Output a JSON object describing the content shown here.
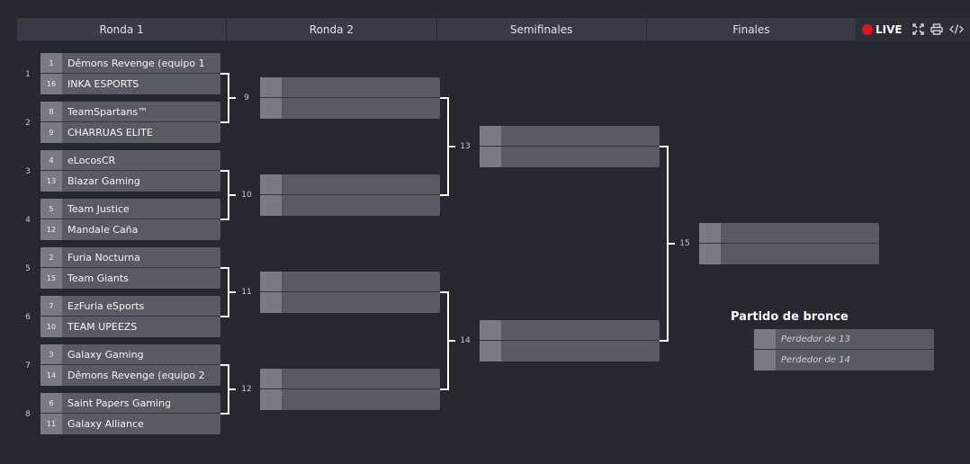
{
  "rounds": [
    "Ronda 1",
    "Ronda 2",
    "Semifinales",
    "Finales"
  ],
  "tools": {
    "live_label": "LIVE",
    "icons": [
      "fullscreen-icon",
      "print-icon",
      "embed-code-icon"
    ],
    "live_color": "#e0141e"
  },
  "round1": [
    {
      "match": "1",
      "top": {
        "seed": "1",
        "team": "Dêmons Revenge (equipo 1"
      },
      "bottom": {
        "seed": "16",
        "team": "INKA ESPORTS"
      }
    },
    {
      "match": "2",
      "top": {
        "seed": "8",
        "team": "TeamSpartans™"
      },
      "bottom": {
        "seed": "9",
        "team": "CHARRUAS ELITE"
      }
    },
    {
      "match": "3",
      "top": {
        "seed": "4",
        "team": "eLocosCR"
      },
      "bottom": {
        "seed": "13",
        "team": "Blazar Gaming"
      }
    },
    {
      "match": "4",
      "top": {
        "seed": "5",
        "team": "Team Justice"
      },
      "bottom": {
        "seed": "12",
        "team": "Mandale Caña"
      }
    },
    {
      "match": "5",
      "top": {
        "seed": "2",
        "team": "Furia Nocturna"
      },
      "bottom": {
        "seed": "15",
        "team": "Team Giants"
      }
    },
    {
      "match": "6",
      "top": {
        "seed": "7",
        "team": "EzFuria eSports"
      },
      "bottom": {
        "seed": "10",
        "team": "TEAM UPEEZS"
      }
    },
    {
      "match": "7",
      "top": {
        "seed": "3",
        "team": "Galaxy Gaming"
      },
      "bottom": {
        "seed": "14",
        "team": "Dêmons Revenge (equipo 2"
      }
    },
    {
      "match": "8",
      "top": {
        "seed": "6",
        "team": "Saint Papers Gaming"
      },
      "bottom": {
        "seed": "11",
        "team": "Galaxy Alliance"
      }
    }
  ],
  "round2": [
    {
      "match": "9"
    },
    {
      "match": "10"
    },
    {
      "match": "11"
    },
    {
      "match": "12"
    }
  ],
  "semifinals": [
    {
      "match": "13"
    },
    {
      "match": "14"
    }
  ],
  "final": {
    "match": "15"
  },
  "bronze": {
    "title": "Partido de bronce",
    "top": "Perdedor de 13",
    "bottom": "Perdedor de 14"
  }
}
